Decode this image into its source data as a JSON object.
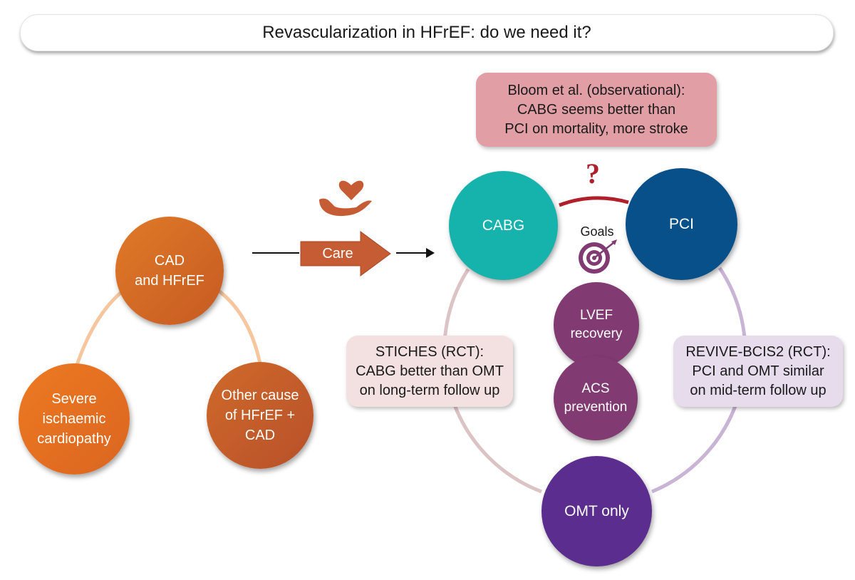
{
  "title": "Revascularization in HFrEF: do we need it?",
  "left": {
    "center": "CAD\nand HFrEF",
    "left_child": "Severe\nischaemic\ncardiopathy",
    "right_child": "Other cause\nof HFrEF +\nCAD"
  },
  "care": {
    "label": "Care",
    "icon": "heart-in-hand-icon"
  },
  "right": {
    "cabg": "CABG",
    "pci": "PCI",
    "omt": "OMT only",
    "question_mark": "?",
    "goals": {
      "label": "Goals",
      "icon": "target-icon",
      "items": [
        "LVEF\nrecovery",
        "ACS\nprevention"
      ]
    }
  },
  "evidence": {
    "bloom": {
      "title": "Bloom et al. (observational):",
      "line1": "CABG seems better than",
      "line2": "PCI on mortality, more stroke"
    },
    "stiches": {
      "title": "STICHES (RCT):",
      "line1": "CABG better than OMT",
      "line2": "on long-term follow up"
    },
    "revive": {
      "title": "REVIVE-BCIS2 (RCT):",
      "line1": "PCI and OMT similar",
      "line2": "on mid-term follow up"
    }
  },
  "colors": {
    "orange": "#e07a28",
    "teal": "#16b3ad",
    "navy": "#08508a",
    "plum": "#813b72",
    "purple": "#5b2d8e",
    "question_red": "#b0202c",
    "bloom_box": "#e19ea5",
    "stiches_box": "#f3e1e1",
    "revive_box": "#e6dcec"
  }
}
